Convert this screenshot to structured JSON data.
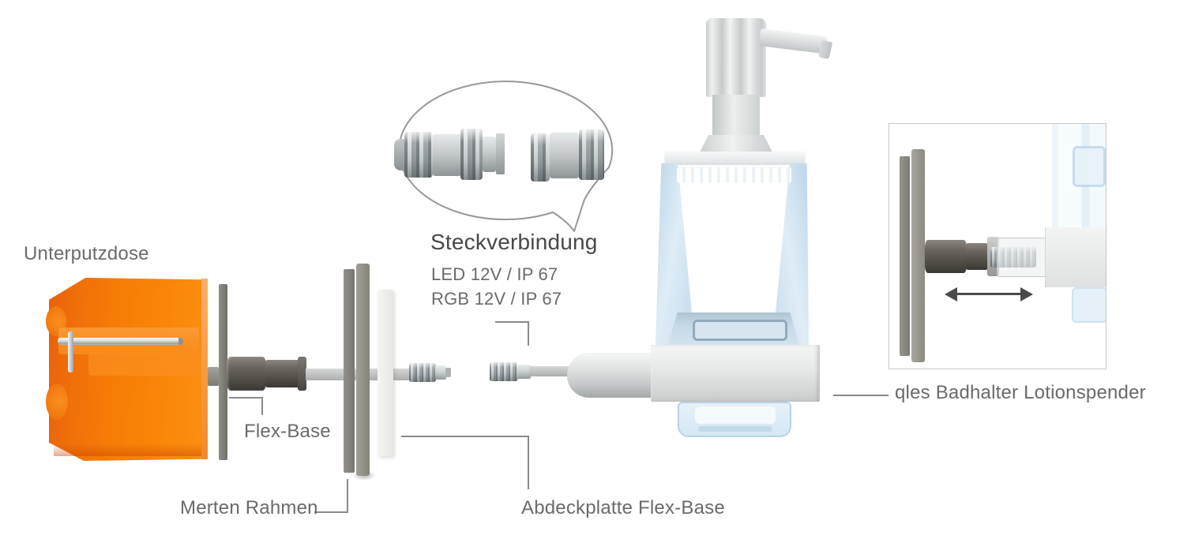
{
  "diagram": {
    "title": "qles Badhalter Lotionspender",
    "labels": {
      "unterputzdose": "Unterputzdose",
      "flex_base": "Flex-Base",
      "merten_rahmen": "Merten Rahmen",
      "abdeckplatte": "Abdeckplatte Flex-Base",
      "product": "qles Badhalter Lotionspender"
    },
    "callout": {
      "title": "Steckverbindung",
      "specs": [
        "LED 12V / IP 67",
        "RGB 12V / IP 67"
      ]
    },
    "colors": {
      "socket_orange": "#F67C06",
      "socket_orange_dark": "#E9600D",
      "socket_rim_orange": "#F89B3F",
      "label_gray": "#6A6A6A",
      "callout_title_gray": "#484848",
      "leader_line_gray": "#8A8A8A",
      "glass_blue": "#C9DEF0",
      "connector_dark": "#4E4A44",
      "frame_gray": "#8A8881",
      "cover_plate_light": "#F0F0EE",
      "inset_border": "#C9C9C9",
      "arrow_dark": "#4A4A4A",
      "bubble_outline": "#979797"
    },
    "icons": {
      "slide_arrow": "double-arrow-icon"
    }
  }
}
